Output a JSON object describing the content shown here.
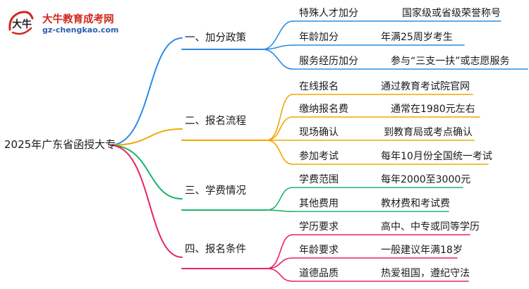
{
  "logo": {
    "title": "大牛教育成考网",
    "url": "gz-chengkao.com",
    "seal_text": "大牛"
  },
  "root": "2025年广东省函授大专",
  "branches": [
    {
      "label": "一、加分政策",
      "color": "#2b8be6",
      "items": [
        {
          "leaf": "特殊人才加分",
          "detail": "国家级或省级荣誉称号"
        },
        {
          "leaf": "年龄加分",
          "detail": "年满25周岁考生"
        },
        {
          "leaf": "服务经历加分",
          "detail": "参与“三支一扶”或志愿服务"
        }
      ]
    },
    {
      "label": "二、报名流程",
      "color": "#f0a800",
      "items": [
        {
          "leaf": "在线报名",
          "detail": "通过教育考试院官网"
        },
        {
          "leaf": "缴纳报名费",
          "detail": "通常在1980元左右"
        },
        {
          "leaf": "现场确认",
          "detail": "到教育局或考点确认"
        },
        {
          "leaf": "参加考试",
          "detail": "每年10月份全国统一考试"
        }
      ]
    },
    {
      "label": "三、学费情况",
      "color": "#1db36b",
      "items": [
        {
          "leaf": "学费范围",
          "detail": "每年2000至3000元"
        },
        {
          "leaf": "其他费用",
          "detail": "教材费和考试费"
        }
      ]
    },
    {
      "label": "四、报名条件",
      "color": "#e8245e",
      "items": [
        {
          "leaf": "学历要求",
          "detail": "高中、中专或同等学历"
        },
        {
          "leaf": "年龄要求",
          "detail": "一般建议年满18岁"
        },
        {
          "leaf": "道德品质",
          "detail": "热爱祖国，遵纪守法"
        }
      ]
    }
  ]
}
